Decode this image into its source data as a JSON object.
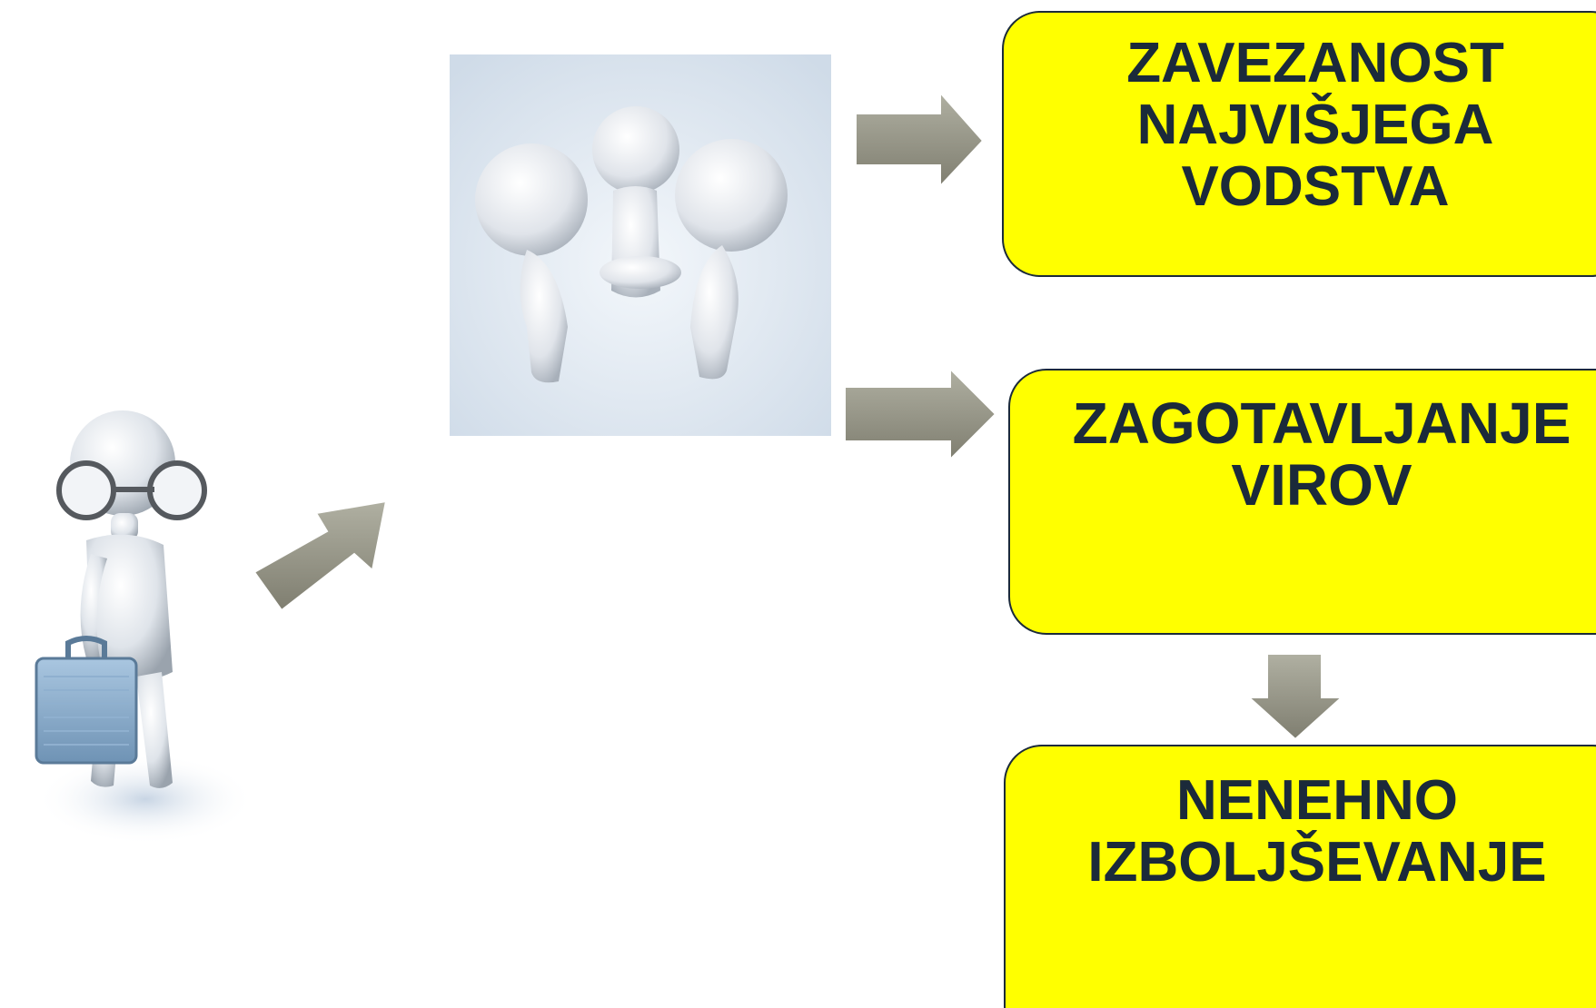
{
  "boxes": {
    "top": {
      "lines": [
        "ZAVEZANOST",
        "NAJVIŠJEGA",
        "VODSTVA"
      ]
    },
    "middle": {
      "lines": [
        "ZAGOTAVLJANJE",
        "VIROV"
      ]
    },
    "bottom": {
      "lines": [
        "NENEHNO",
        "IZBOLJŠEVANJE"
      ]
    }
  },
  "colors": {
    "box_fill": "#ffff00",
    "text": "#1b2a3a",
    "arrow": "#8f8e80"
  },
  "icons": {
    "team": "team-of-three-figures-icon",
    "person": "person-with-glasses-and-briefcase-icon",
    "arrow": "arrow-icon"
  }
}
